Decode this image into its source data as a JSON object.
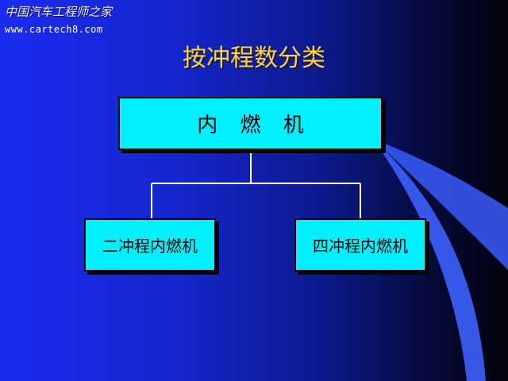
{
  "watermark": {
    "name_cn": "中国汽车工程师之家",
    "url": "www.cartech8.com"
  },
  "slide": {
    "title": "按冲程数分类"
  },
  "tree": {
    "root": "内 燃 机",
    "children": [
      "二冲程内燃机",
      "四冲程内燃机"
    ]
  },
  "colors": {
    "box_fill": "#00f0ff",
    "title_color": "#ffd34a",
    "connector": "#ffffff",
    "background": "#1426cc"
  }
}
